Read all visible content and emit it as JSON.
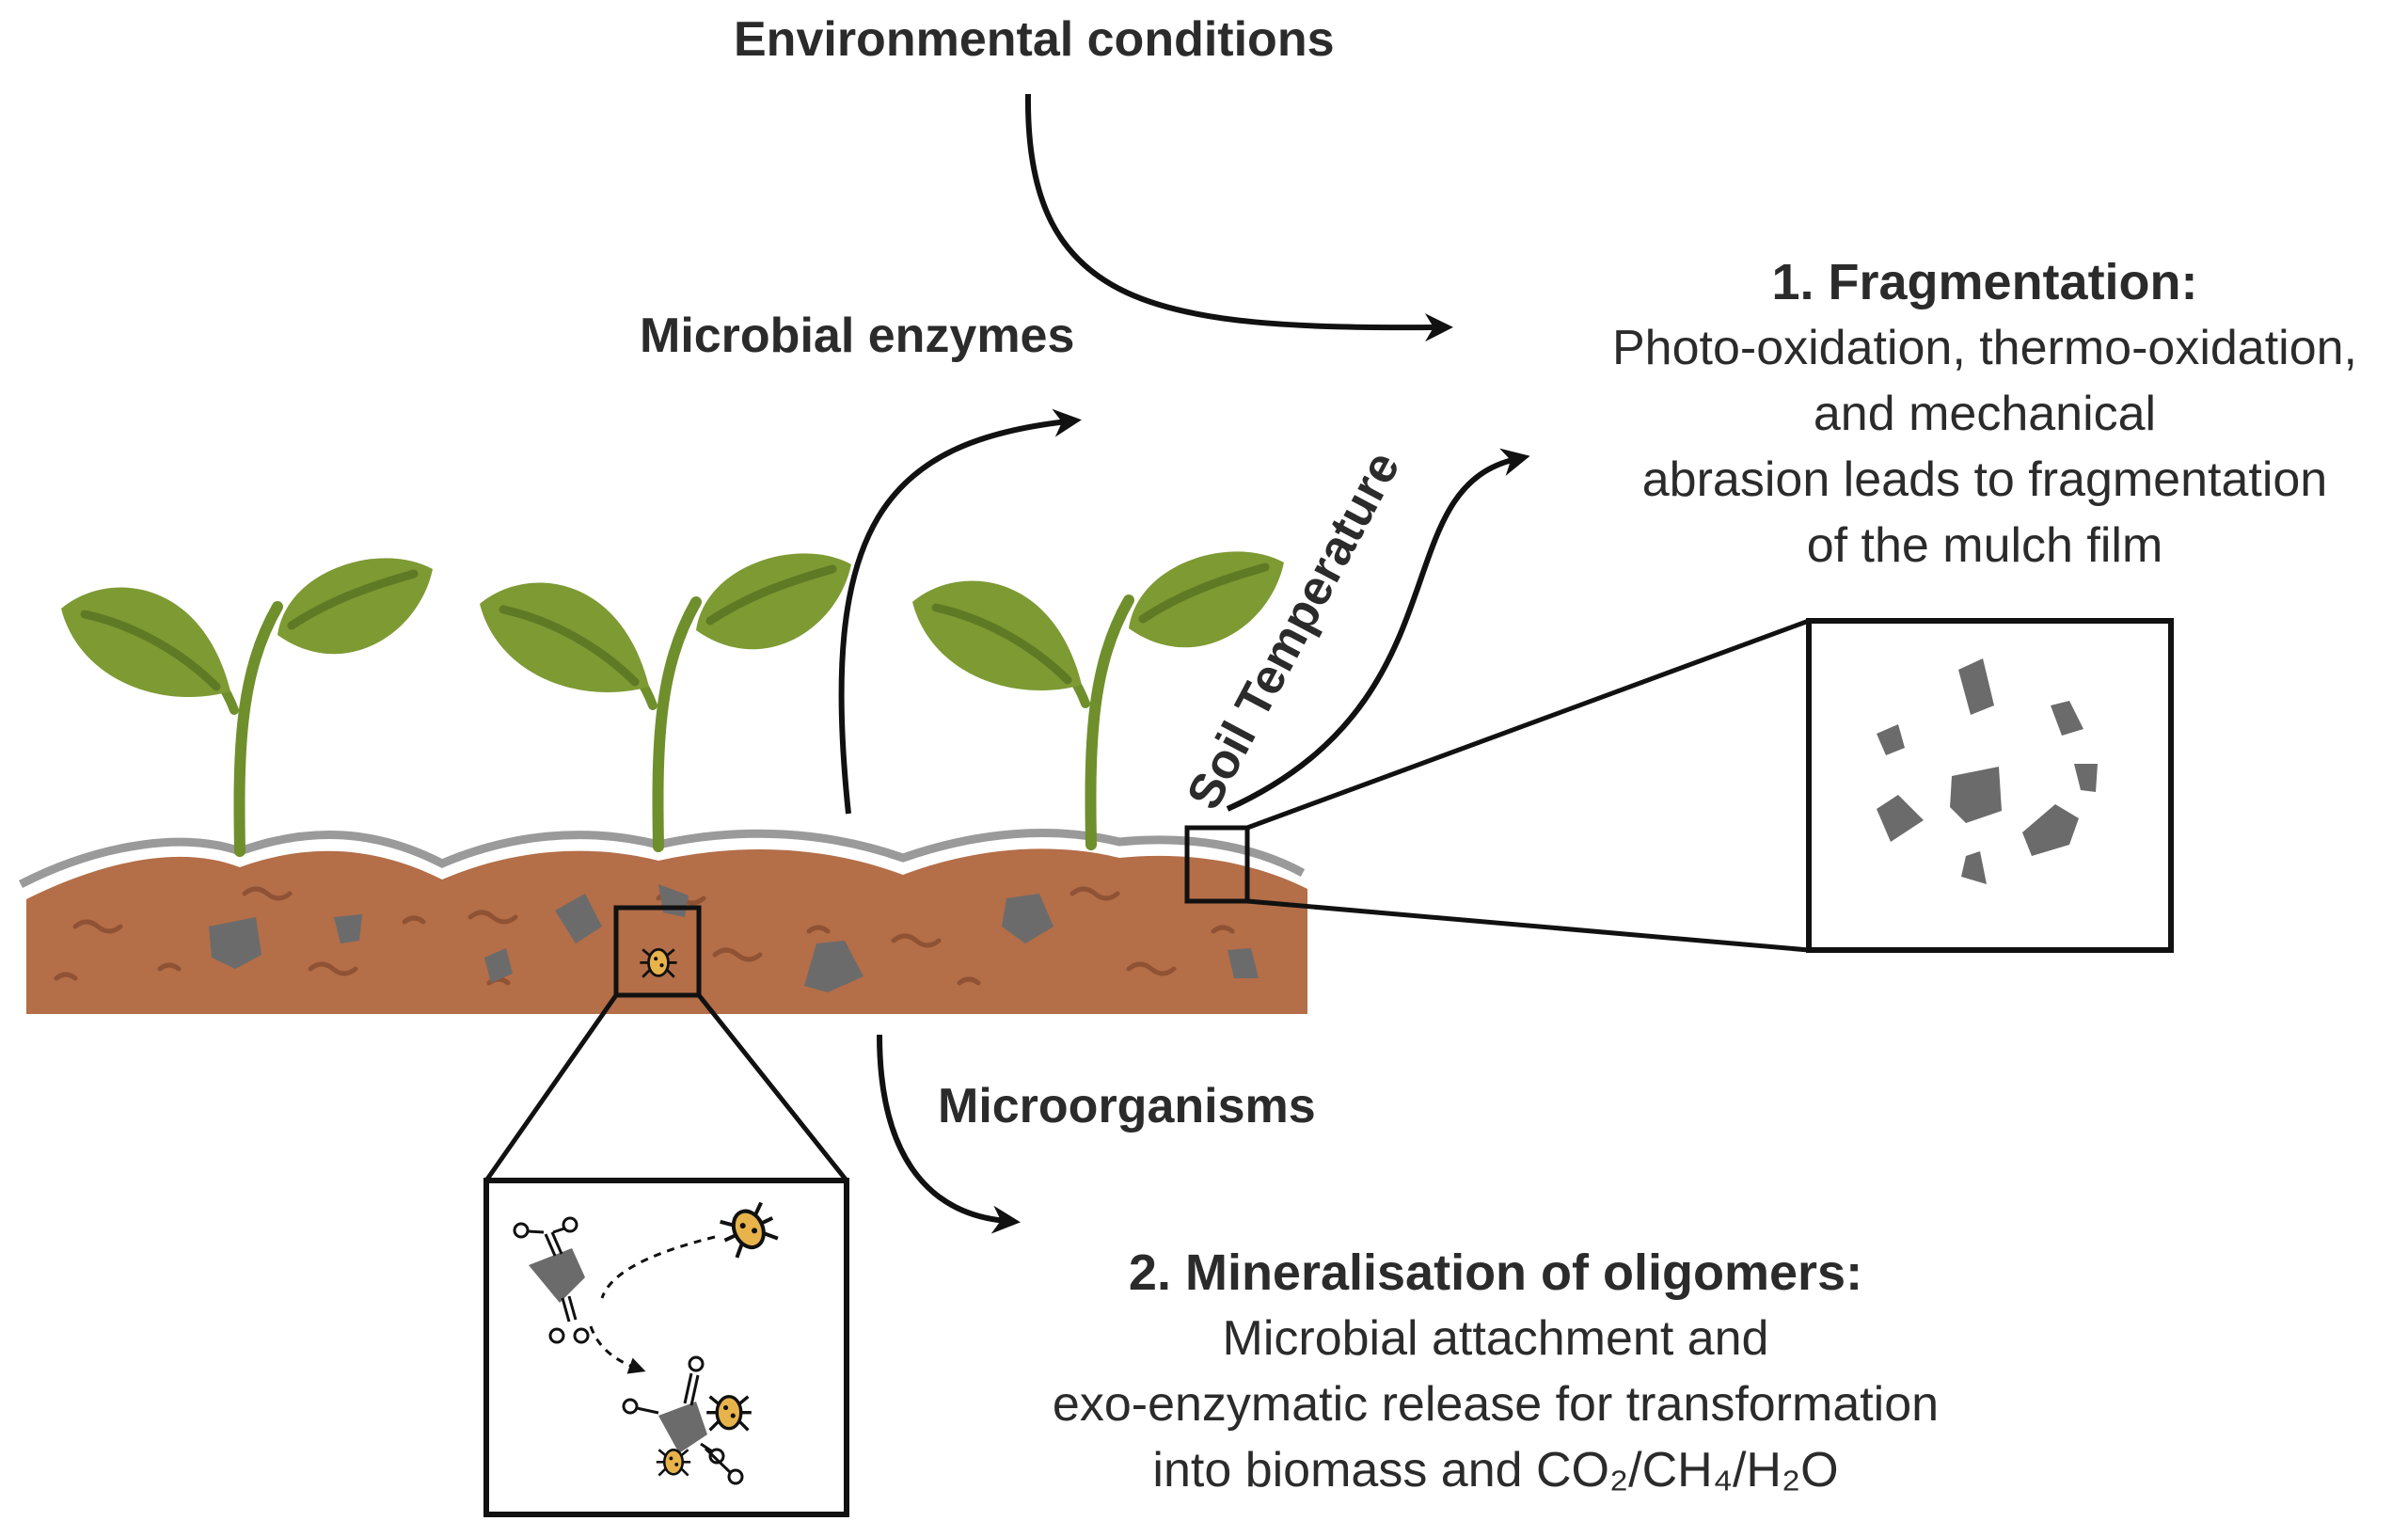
{
  "labels": {
    "environmental": "Environmental conditions",
    "enzymes": "Microbial enzymes",
    "soil_temperature": "Soil Temperature",
    "microorganisms": "Microorganisms"
  },
  "fragmentation": {
    "heading": "1. Fragmentation:",
    "body": "Photo-oxidation, thermo-oxidation,\nand mechanical\nabrasion leads to fragmentation\nof the mulch film"
  },
  "mineralisation": {
    "heading": "2. Mineralisation of oligomers:",
    "body": "Microbial attachment and\nexo-enzymatic release for transformation\ninto biomass and CO₂/CH₄/H₂O"
  },
  "colors": {
    "soil": "#b46e48",
    "soil_dark": "#8f5234",
    "leaf": "#7e9a33",
    "leaf_vein": "#5f7a25",
    "stem": "#6f8f2c",
    "fragment": "#6b6b6b",
    "mulch": "#9a9a9a",
    "microbe_body": "#e8b34b",
    "stroke": "#111111"
  }
}
